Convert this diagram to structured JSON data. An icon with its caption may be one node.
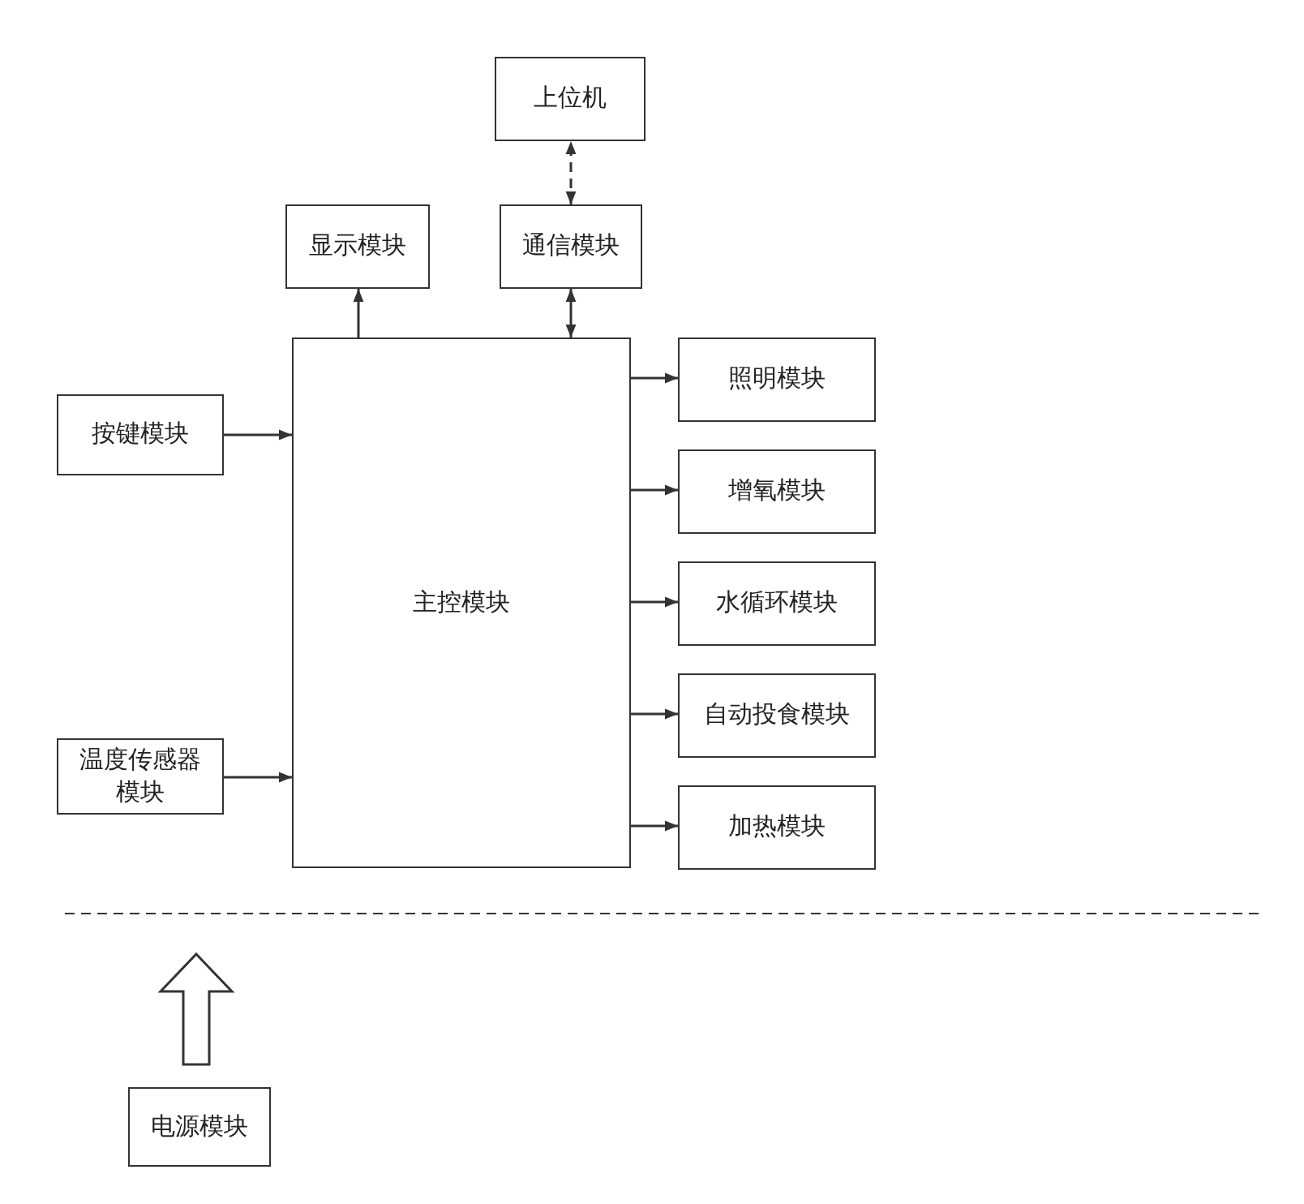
{
  "diagram": {
    "nodes": [
      {
        "text": [
          "上位机"
        ]
      },
      {
        "text": [
          "显示模块"
        ]
      },
      {
        "text": [
          "通信模块"
        ]
      },
      {
        "text": [
          "按键模块"
        ]
      },
      {
        "text": [
          "主控模块"
        ]
      },
      {
        "text": [
          "照明模块"
        ]
      },
      {
        "text": [
          "增氧模块"
        ]
      },
      {
        "text": [
          "水循环模块"
        ]
      },
      {
        "text": [
          "自动投食模块"
        ]
      },
      {
        "text": [
          "加热模块"
        ]
      },
      {
        "text": [
          "温度传感器模块"
        ]
      },
      {
        "text": [
          "电源模块"
        ]
      }
    ],
    "edges": [
      {
        "from": 2,
        "to": 0,
        "arrow": "both",
        "style": "dashed"
      },
      {
        "from": 4,
        "to": 1,
        "arrow": "to"
      },
      {
        "from": 4,
        "to": 2,
        "arrow": "both"
      },
      {
        "from": 3,
        "to": 4,
        "arrow": "to"
      },
      {
        "from": 10,
        "to": 4,
        "arrow": "to"
      },
      {
        "from": 4,
        "to": 5,
        "arrow": "to"
      },
      {
        "from": 4,
        "to": 6,
        "arrow": "to"
      },
      {
        "from": 4,
        "to": 7,
        "arrow": "to"
      },
      {
        "from": 4,
        "to": 8,
        "arrow": "to"
      },
      {
        "from": 4,
        "to": 9,
        "arrow": "to"
      },
      {
        "from": 11,
        "to": null,
        "arrow": "to",
        "style": "thick"
      }
    ]
  }
}
